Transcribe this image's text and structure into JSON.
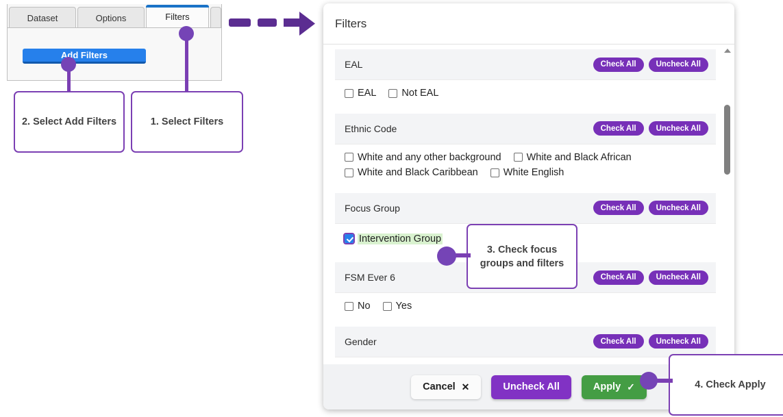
{
  "tab_widget": {
    "tabs": [
      {
        "label": "Dataset",
        "active": false
      },
      {
        "label": "Options",
        "active": false
      },
      {
        "label": "Filters",
        "active": true
      }
    ],
    "add_filters_label": "Add Filters"
  },
  "callouts": [
    {
      "id": "callout-2",
      "text": "2. Select Add Filters"
    },
    {
      "id": "callout-1",
      "text": "1. Select Filters"
    },
    {
      "id": "callout-3",
      "text": "3. Check focus groups and filters"
    },
    {
      "id": "callout-4",
      "text": "4. Check Apply"
    }
  ],
  "panel": {
    "title": "Filters",
    "check_all_label": "Check All",
    "uncheck_all_label": "Uncheck All",
    "groups": [
      {
        "name": "EAL",
        "options": [
          {
            "label": "EAL",
            "checked": false,
            "highlight": false
          },
          {
            "label": "Not EAL",
            "checked": false,
            "highlight": false
          }
        ]
      },
      {
        "name": "Ethnic Code",
        "options": [
          {
            "label": "White and any other background",
            "checked": false,
            "highlight": false
          },
          {
            "label": "White and Black African",
            "checked": false,
            "highlight": false
          },
          {
            "label": "White and Black Caribbean",
            "checked": false,
            "highlight": false
          },
          {
            "label": "White English",
            "checked": false,
            "highlight": false
          }
        ]
      },
      {
        "name": "Focus Group",
        "options": [
          {
            "label": "Intervention Group",
            "checked": true,
            "highlight": true
          }
        ]
      },
      {
        "name": "FSM Ever 6",
        "options": [
          {
            "label": "No",
            "checked": false,
            "highlight": false
          },
          {
            "label": "Yes",
            "checked": false,
            "highlight": false
          }
        ]
      },
      {
        "name": "Gender",
        "options": []
      }
    ]
  },
  "footer": {
    "cancel_label": "Cancel",
    "cancel_icon": "close-x",
    "uncheck_all_label": "Uncheck All",
    "apply_label": "Apply",
    "apply_icon": "checkmark"
  },
  "colors": {
    "accent_purple": "#7b3fb3",
    "pill_purple": "#7730b8",
    "footer_purple": "#8132c4",
    "apply_green": "#449d44",
    "tab_blue": "#1a73c8",
    "add_filters_blue": "#2680eb",
    "highlight_green": "#d9f2cf"
  },
  "glyphs": {
    "close": "✕",
    "check": "✓"
  }
}
